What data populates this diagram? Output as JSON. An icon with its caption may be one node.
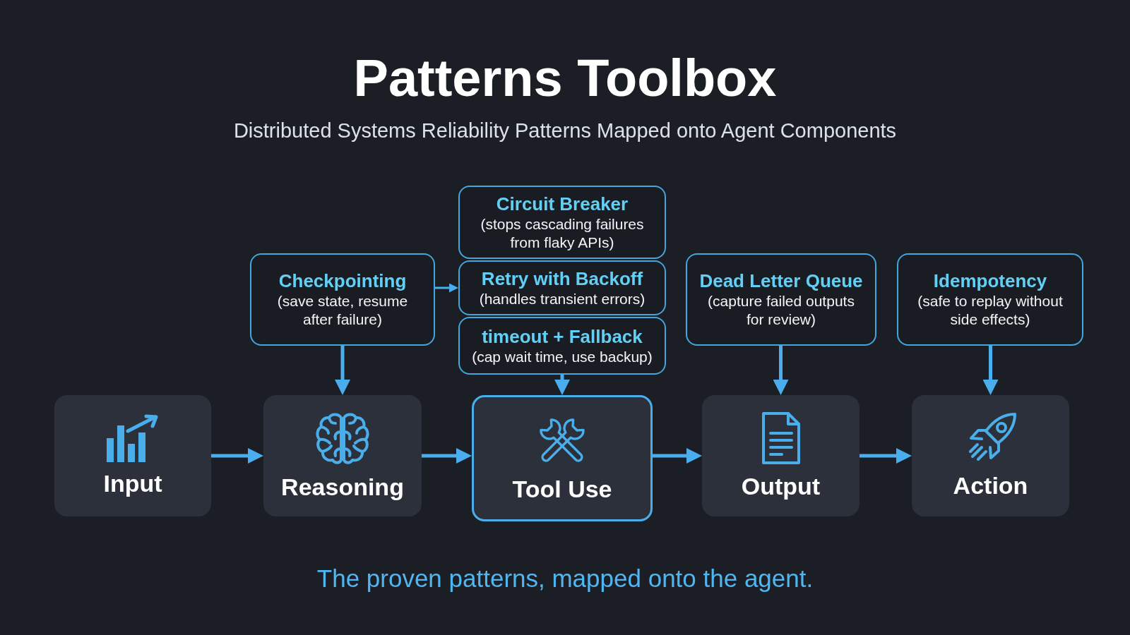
{
  "diagram": {
    "title": "Patterns Toolbox",
    "caption": "The proven patterns, mapped onto the agent.",
    "nodes": [
      {
        "text": [
          "Circuit Breaker",
          "(stops cascading failures from flaky APIs)"
        ]
      },
      {
        "text": [
          "Checkpointing",
          "(save state, resume after failure)"
        ]
      },
      {
        "text": [
          "Retry with Backoff",
          "(handles transient errors)"
        ]
      },
      {
        "text": [
          "Dead Letter Queue",
          "(capture failed outputs for review)"
        ]
      },
      {
        "text": [
          "Idempotency",
          "(safe to replay without side effects)"
        ]
      },
      {
        "text": [
          "timeout + Fallback",
          "(cap wait time, use backup)"
        ]
      },
      {
        "text": [
          "Input"
        ]
      },
      {
        "text": [
          "Reasoning"
        ]
      },
      {
        "text": [
          "Tool Use"
        ]
      },
      {
        "text": [
          "Output"
        ]
      },
      {
        "text": [
          "Action"
        ]
      }
    ],
    "edges": [
      {
        "from": 1,
        "to": 2,
        "arrow": "to"
      },
      {
        "from": 1,
        "to": 7,
        "arrow": "to"
      },
      {
        "from": 5,
        "to": 8,
        "arrow": "to"
      },
      {
        "from": 3,
        "to": 9,
        "arrow": "to"
      },
      {
        "from": 4,
        "to": 10,
        "arrow": "to"
      },
      {
        "from": 6,
        "to": 7,
        "arrow": "to"
      },
      {
        "from": 7,
        "to": 8,
        "arrow": "to"
      },
      {
        "from": 8,
        "to": 9,
        "arrow": "to"
      },
      {
        "from": 9,
        "to": 10,
        "arrow": "to"
      }
    ],
    "labels": [
      "Distributed Systems Reliability Patterns Mapped onto Agent Components"
    ]
  }
}
